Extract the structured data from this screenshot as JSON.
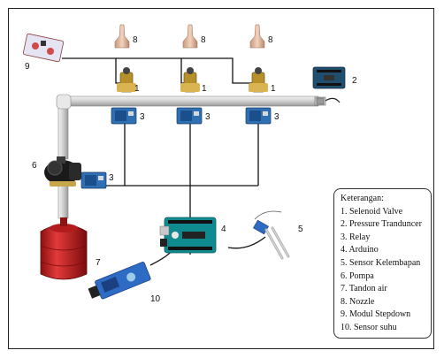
{
  "callouts": {
    "solenoid_a": "1",
    "solenoid_b": "1",
    "solenoid_c": "1",
    "arduino_top": "2",
    "relay_a": "3",
    "relay_b": "3",
    "relay_c": "3",
    "relay_pump": "3",
    "arduino_main": "4",
    "moisture_sensor": "5",
    "pump": "6",
    "tank": "7",
    "nozzle_a": "8",
    "nozzle_b": "8",
    "nozzle_c": "8",
    "stepdown": "9",
    "temp_sensor": "10"
  },
  "legend": {
    "title": "Keterangan:",
    "items": [
      "1. Selenoid Valve",
      "2. Pressure Tranduncer",
      "3. Relay",
      "4. Arduino",
      "5. Sensor Kelembapan",
      "6. Pompa",
      "7. Tandon air",
      "8. Nozzle",
      "9. Modul Stepdown",
      "10. Sensor suhu"
    ]
  },
  "colors": {
    "pipe": "#d8d8d8",
    "relay_blue": "#2f6fb3",
    "arduino_teal": "#0f8a8e",
    "tank_red": "#d62a2a",
    "valve_brass": "#c9a23a",
    "nozzle": "#e0b99a",
    "wire": "#111111"
  }
}
